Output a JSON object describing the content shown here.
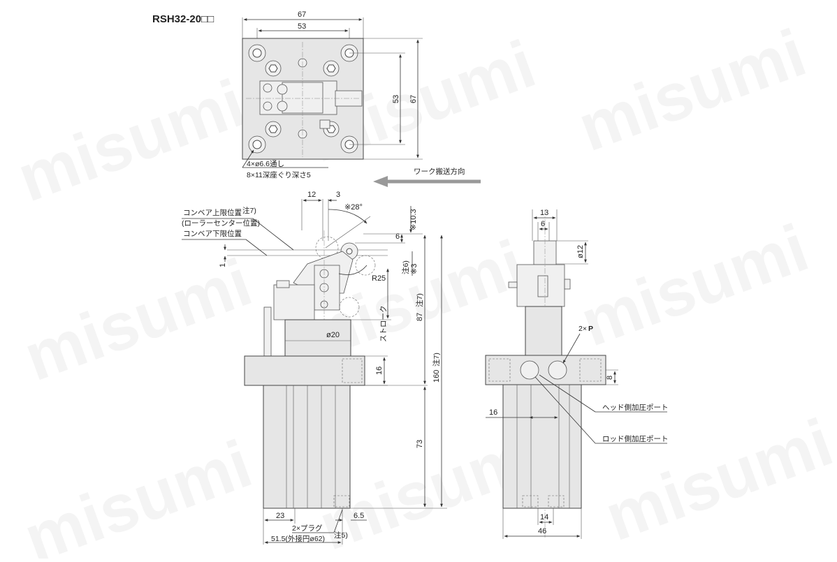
{
  "title": "RSH32-20□□",
  "watermark": "misumi",
  "top_view": {
    "dim_width_outer": "67",
    "dim_width_inner": "53",
    "dim_height_inner": "53",
    "dim_height_outer": "67",
    "hole_note_line1": "4×ø6.6通し",
    "hole_note_line2": "8×11深座ぐり深さ5"
  },
  "work_direction": "ワーク搬送方向",
  "side_view": {
    "dim_12": "12",
    "dim_3": "3",
    "angle": "※28°",
    "dim_10_3": "※10.3",
    "dim_6": "6",
    "dim_3_note": "※3",
    "note_6": "注6)",
    "dim_1": "1",
    "radius": "R25",
    "label_upper_limit": "コンベア上限位置",
    "note_7a": "注7)",
    "label_roller_center": "(ローラーセンター位置)",
    "label_lower_limit": "コンベア下限位置",
    "dim_87": "87",
    "note_87": "注7)",
    "stroke_label": "ストローク",
    "dim_phi20": "ø20",
    "dim_16": "16",
    "dim_160": "160",
    "note_160": "注7)",
    "dim_73": "73",
    "dim_23": "23",
    "plug_label": "2×プラグ",
    "dim_6_5": "6.5",
    "bottom_label": "51.5(外接円ø62)",
    "note_5": "注5)"
  },
  "front_view": {
    "dim_13": "13",
    "dim_6": "6",
    "dim_phi12": "ø12",
    "port_label": "2×",
    "port_letter": "P",
    "dim_8": "8",
    "dim_16": "16",
    "head_port": "ヘッド側加圧ポート",
    "rod_port": "ロッド側加圧ポート",
    "dim_14": "14",
    "dim_46": "46"
  }
}
